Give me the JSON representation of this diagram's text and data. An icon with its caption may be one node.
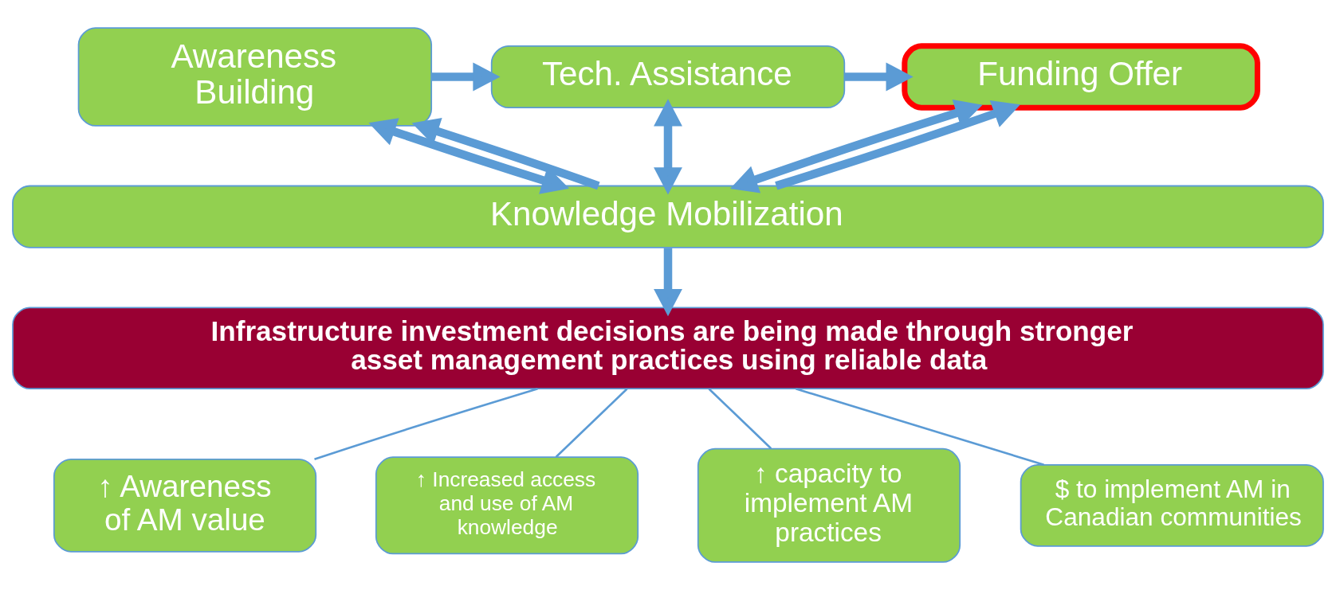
{
  "diagram": {
    "nodes": [
      {
        "text": [
          "Awareness Building"
        ]
      },
      {
        "text": [
          "Tech. Assistance"
        ]
      },
      {
        "text": [
          "Funding Offer"
        ]
      },
      {
        "text": [
          "Knowledge Mobilization"
        ]
      },
      {
        "text": [
          "Infrastructure investment decisions are being made through stronger asset management practices using reliable data"
        ]
      },
      {
        "text": [
          "↑ Awareness of AM value"
        ]
      },
      {
        "text": [
          "↑ Increased access and use of AM knowledge"
        ]
      },
      {
        "text": [
          "↑ capacity to implement AM practices"
        ]
      },
      {
        "text": [
          "$ to implement AM in Canadian communities"
        ]
      }
    ],
    "edges": [
      {
        "from": 0,
        "to": 1,
        "arrow": "to"
      },
      {
        "from": 1,
        "to": 2,
        "arrow": "to"
      },
      {
        "from": 0,
        "to": 3,
        "arrow": "both"
      },
      {
        "from": 1,
        "to": 3,
        "arrow": "both"
      },
      {
        "from": 2,
        "to": 3,
        "arrow": "both"
      },
      {
        "from": 3,
        "to": 0,
        "arrow": "to"
      },
      {
        "from": 3,
        "to": 2,
        "arrow": "to"
      },
      {
        "from": 3,
        "to": 4,
        "arrow": "to"
      },
      {
        "from": 5,
        "to": 4,
        "arrow": "none"
      },
      {
        "from": 6,
        "to": 4,
        "arrow": "none"
      },
      {
        "from": 7,
        "to": 4,
        "arrow": "none"
      },
      {
        "from": 8,
        "to": 4,
        "arrow": "none"
      }
    ]
  }
}
